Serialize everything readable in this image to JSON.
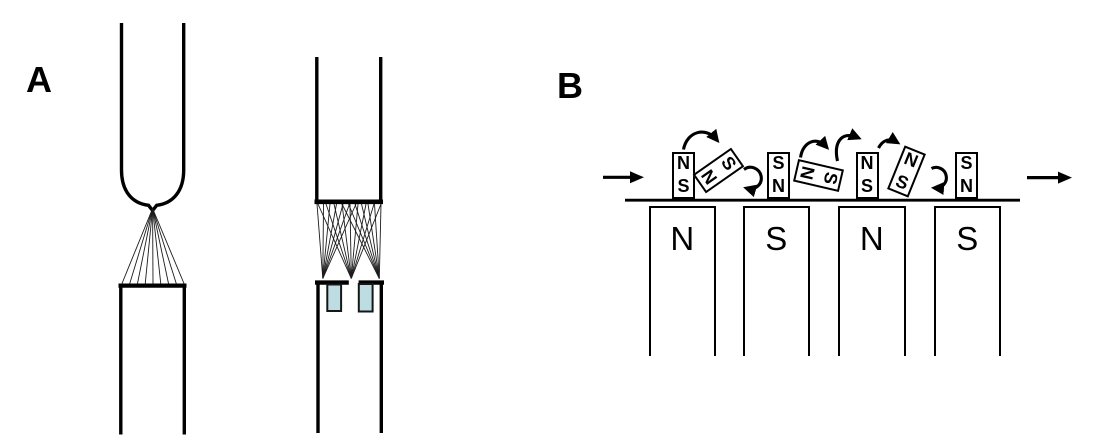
{
  "figure": {
    "type": "scientific-diagram",
    "panels": [
      "A",
      "B"
    ]
  },
  "panelA": {
    "label": "A",
    "left_assembly": {
      "description": "tube with rounded tip focusing a fan of trajectories onto an open collector tube",
      "fan_line_count": 9
    },
    "right_assembly": {
      "description": "flat-ended tube with trajectories converging through three slit points into a tube holding two collector plates",
      "collector_plate_count": 2
    }
  },
  "panelB": {
    "label": "B",
    "flow_direction": "right",
    "stator_magnets": [
      {
        "pole": "N"
      },
      {
        "pole": "S"
      },
      {
        "pole": "N"
      },
      {
        "pole": "S"
      }
    ],
    "rotor_magnets": [
      {
        "top": "N",
        "bottom": "S",
        "tilt_deg": 0
      },
      {
        "top": "S",
        "bottom": "N",
        "tilt_deg": 55
      },
      {
        "top": "S",
        "bottom": "N",
        "tilt_deg": 0
      },
      {
        "top": "S",
        "bottom": "N",
        "tilt_deg": 103
      },
      {
        "top": "N",
        "bottom": "S",
        "tilt_deg": 0
      },
      {
        "top": "N",
        "bottom": "S",
        "tilt_deg": 22
      },
      {
        "top": "S",
        "bottom": "N",
        "tilt_deg": 0
      }
    ]
  },
  "icons": {
    "flow_left": "right-arrow-icon",
    "flow_right": "right-arrow-icon",
    "rotation_arrows": "clockwise-rotation-arrow-icon"
  },
  "colors": {
    "ink": "#000000",
    "background": "#ffffff",
    "collector_fill": "#bedde2"
  }
}
